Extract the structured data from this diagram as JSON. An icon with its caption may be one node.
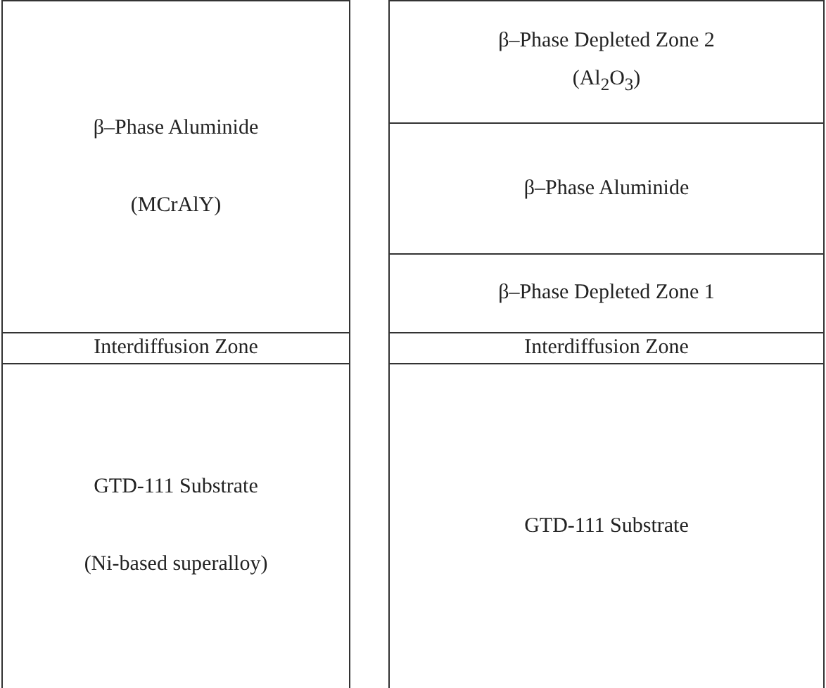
{
  "diagram": {
    "nodes": [
      {
        "text": [
          "β–Phase Aluminide",
          "(MCrAlY)"
        ]
      },
      {
        "text": [
          "Interdiffusion Zone"
        ]
      },
      {
        "text": [
          "GTD-111 Substrate",
          "(Ni-based superalloy)"
        ]
      },
      {
        "text": [
          "β–Phase Depleted Zone 2",
          "(Al$_{2}$O$_{3}$)"
        ]
      },
      {
        "text": [
          "β–Phase Aluminide"
        ]
      },
      {
        "text": [
          "β–Phase Depleted Zone 1"
        ]
      },
      {
        "text": [
          "Interdiffusion Zone"
        ]
      },
      {
        "text": [
          "GTD-111 Substrate"
        ]
      }
    ]
  }
}
